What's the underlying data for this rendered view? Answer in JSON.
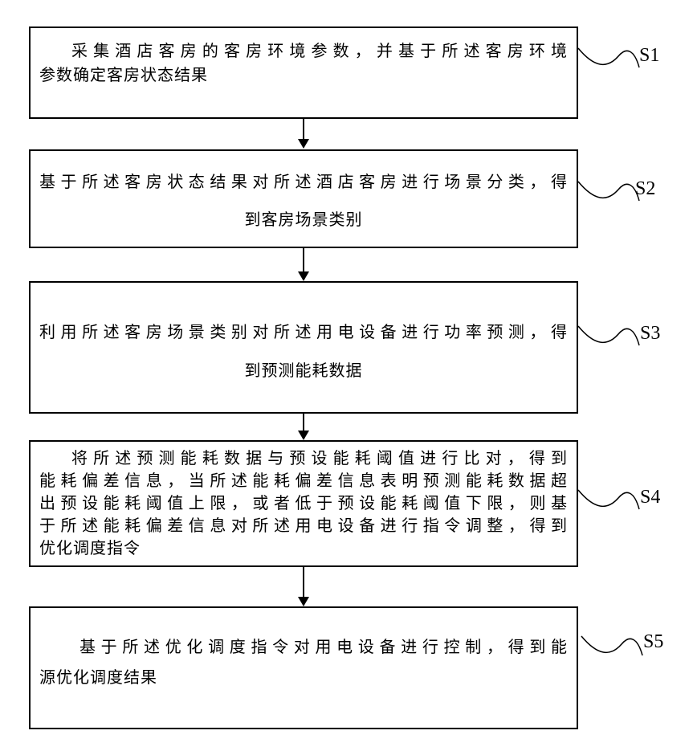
{
  "figure": {
    "background_color": "#ffffff",
    "line_color": "#000000",
    "text_color": "#000000"
  },
  "steps": [
    {
      "id": "S1",
      "lines": [
        "采集酒店客房的客房环境参数，并基于所述客房环境",
        "参数确定客房状态结果"
      ],
      "text": "采集酒店客房的客房环境参数，并基于所述客房环境参数确定客房状态结果"
    },
    {
      "id": "S2",
      "lines": [
        "基于所述客房状态结果对所述酒店客房进行场景分类，得",
        "到客房场景类别"
      ],
      "text": "基于所述客房状态结果对所述酒店客房进行场景分类，得到客房场景类别"
    },
    {
      "id": "S3",
      "lines": [
        "利用所述客房场景类别对所述用电设备进行功率预测，得",
        "到预测能耗数据"
      ],
      "text": "利用所述客房场景类别对所述用电设备进行功率预测，得到预测能耗数据"
    },
    {
      "id": "S4",
      "lines": [
        "将所述预测能耗数据与预设能耗阈值进行比对，得到",
        "能耗偏差信息，当所述能耗偏差信息表明预测能耗数据超",
        "出预设能耗阈值上限，或者低于预设能耗阈值下限，则基",
        "于所述能耗偏差信息对所述用电设备进行指令调整，得到",
        "优化调度指令"
      ],
      "text": "将所述预测能耗数据与预设能耗阈值进行比对，得到能耗偏差信息，当所述能耗偏差信息表明预测能耗数据超出预设能耗阈值上限，或者低于预设能耗阈值下限，则基于所述能耗偏差信息对所述用电设备进行指令调整，得到优化调度指令"
    },
    {
      "id": "S5",
      "lines": [
        "基于所述优化调度指令对用电设备进行控制，得到能",
        "源优化调度结果"
      ],
      "text": "基于所述优化调度指令对用电设备进行控制，得到能源优化调度结果"
    }
  ]
}
